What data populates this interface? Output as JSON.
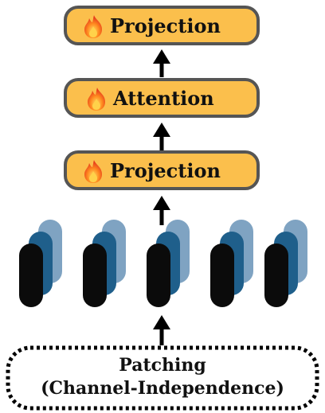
{
  "blocks": [
    {
      "id": "projection-top",
      "label": "Projection",
      "icon": "fire-icon"
    },
    {
      "id": "attention",
      "label": "Attention",
      "icon": "fire-icon"
    },
    {
      "id": "projection-bottom",
      "label": "Projection",
      "icon": "fire-icon"
    }
  ],
  "patching": {
    "line1": "Patching",
    "line2": "(Channel-Independence)"
  },
  "channels": {
    "count": 5,
    "layers_per_channel": 3
  },
  "colors": {
    "block_fill": "#fbbf4c",
    "block_border": "#555555",
    "arrow": "#000000",
    "patch_front": "#0b0b0b",
    "patch_mid": "#1f5f8b",
    "patch_back": "#7fa3c2"
  }
}
